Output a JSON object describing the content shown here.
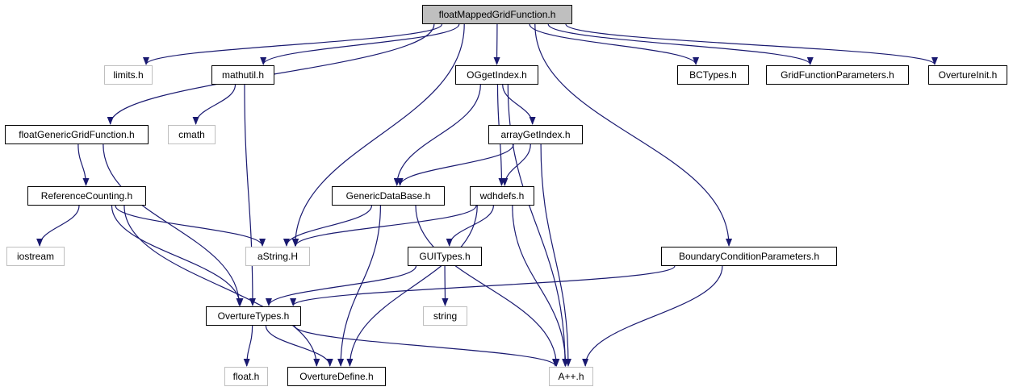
{
  "diagram": {
    "edge_color": "#191970",
    "nodes": [
      {
        "id": "root",
        "label": "floatMappedGridFunction.h",
        "style": "root"
      },
      {
        "id": "limits",
        "label": "limits.h",
        "style": "faint"
      },
      {
        "id": "mathutil",
        "label": "mathutil.h",
        "style": "solid"
      },
      {
        "id": "oggetindex",
        "label": "OGgetIndex.h",
        "style": "solid"
      },
      {
        "id": "bctypes",
        "label": "BCTypes.h",
        "style": "solid"
      },
      {
        "id": "gridfunctionparams",
        "label": "GridFunctionParameters.h",
        "style": "solid"
      },
      {
        "id": "overtureinit",
        "label": "OvertureInit.h",
        "style": "solid"
      },
      {
        "id": "floatgeneric",
        "label": "floatGenericGridFunction.h",
        "style": "solid"
      },
      {
        "id": "cmath",
        "label": "cmath",
        "style": "faint"
      },
      {
        "id": "arraygetindex",
        "label": "arrayGetIndex.h",
        "style": "solid"
      },
      {
        "id": "referencecounting",
        "label": "ReferenceCounting.h",
        "style": "solid"
      },
      {
        "id": "genericdatabase",
        "label": "GenericDataBase.h",
        "style": "solid"
      },
      {
        "id": "wdhdefs",
        "label": "wdhdefs.h",
        "style": "solid"
      },
      {
        "id": "iostream",
        "label": "iostream",
        "style": "faint"
      },
      {
        "id": "astring",
        "label": "aString.H",
        "style": "faint"
      },
      {
        "id": "guitypes",
        "label": "GUITypes.h",
        "style": "solid"
      },
      {
        "id": "boundaryconditionparams",
        "label": "BoundaryConditionParameters.h",
        "style": "solid"
      },
      {
        "id": "string",
        "label": "string",
        "style": "faint"
      },
      {
        "id": "overturetypes",
        "label": "OvertureTypes.h",
        "style": "solid"
      },
      {
        "id": "float",
        "label": "float.h",
        "style": "faint"
      },
      {
        "id": "overturedefine",
        "label": "OvertureDefine.h",
        "style": "solid"
      },
      {
        "id": "aplusplus",
        "label": "A++.h",
        "style": "faint"
      }
    ],
    "edges": [
      [
        "root",
        "limits"
      ],
      [
        "root",
        "mathutil"
      ],
      [
        "root",
        "oggetindex"
      ],
      [
        "root",
        "bctypes"
      ],
      [
        "root",
        "gridfunctionparams"
      ],
      [
        "root",
        "overtureinit"
      ],
      [
        "root",
        "floatgeneric"
      ],
      [
        "root",
        "astring"
      ],
      [
        "root",
        "boundaryconditionparams"
      ],
      [
        "mathutil",
        "cmath"
      ],
      [
        "mathutil",
        "overturetypes"
      ],
      [
        "oggetindex",
        "arraygetindex"
      ],
      [
        "oggetindex",
        "genericdatabase"
      ],
      [
        "oggetindex",
        "wdhdefs"
      ],
      [
        "oggetindex",
        "aplusplus"
      ],
      [
        "floatgeneric",
        "referencecounting"
      ],
      [
        "floatgeneric",
        "overturetypes"
      ],
      [
        "arraygetindex",
        "genericdatabase"
      ],
      [
        "arraygetindex",
        "wdhdefs"
      ],
      [
        "arraygetindex",
        "aplusplus"
      ],
      [
        "referencecounting",
        "iostream"
      ],
      [
        "referencecounting",
        "astring"
      ],
      [
        "referencecounting",
        "overturetypes"
      ],
      [
        "referencecounting",
        "overturedefine"
      ],
      [
        "genericdatabase",
        "astring"
      ],
      [
        "genericdatabase",
        "overturedefine"
      ],
      [
        "genericdatabase",
        "aplusplus"
      ],
      [
        "wdhdefs",
        "astring"
      ],
      [
        "wdhdefs",
        "guitypes"
      ],
      [
        "wdhdefs",
        "overturedefine"
      ],
      [
        "wdhdefs",
        "aplusplus"
      ],
      [
        "guitypes",
        "string"
      ],
      [
        "guitypes",
        "overturetypes"
      ],
      [
        "boundaryconditionparams",
        "overturetypes"
      ],
      [
        "boundaryconditionparams",
        "aplusplus"
      ],
      [
        "overturetypes",
        "float"
      ],
      [
        "overturetypes",
        "overturedefine"
      ],
      [
        "overturetypes",
        "aplusplus"
      ]
    ]
  }
}
